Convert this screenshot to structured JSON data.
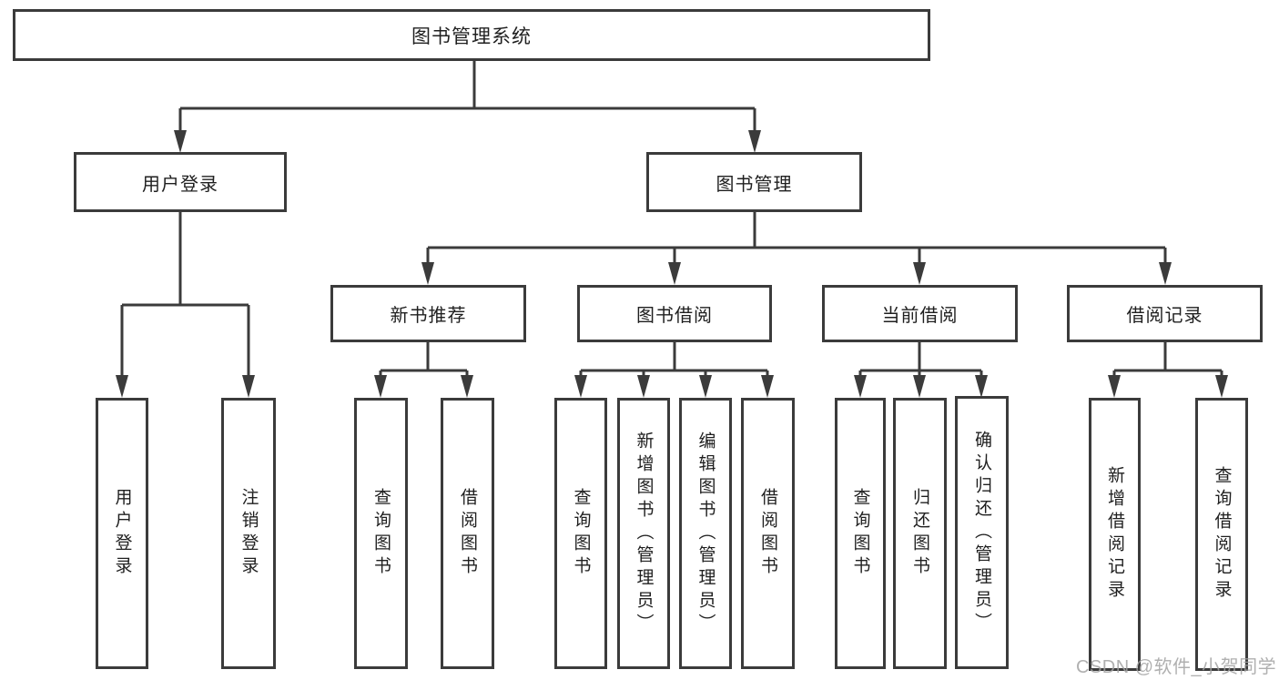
{
  "tree": {
    "label": "图书管理系统",
    "children": [
      {
        "label": "用户登录",
        "children": [
          {
            "label": "用户登录"
          },
          {
            "label": "注销登录"
          }
        ]
      },
      {
        "label": "图书管理",
        "children": [
          {
            "label": "新书推荐",
            "children": [
              {
                "label": "查询图书"
              },
              {
                "label": "借阅图书"
              }
            ]
          },
          {
            "label": "图书借阅",
            "children": [
              {
                "label": "查询图书"
              },
              {
                "label": "新增图书（管理员）"
              },
              {
                "label": "编辑图书（管理员）"
              },
              {
                "label": "借阅图书"
              }
            ]
          },
          {
            "label": "当前借阅",
            "children": [
              {
                "label": "查询图书"
              },
              {
                "label": "归还图书"
              },
              {
                "label": "确认归还（管理员）"
              }
            ]
          },
          {
            "label": "借阅记录",
            "children": [
              {
                "label": "新增借阅记录"
              },
              {
                "label": "查询借阅记录"
              }
            ]
          }
        ]
      }
    ]
  },
  "watermark": {
    "text": "CSDN @软件_小贺同学"
  },
  "colors": {
    "line": "#3b3b3b",
    "box_border": "#3b3b3b",
    "text": "#1f1f1f",
    "watermark": "#a3a3a3",
    "background": "#ffffff"
  }
}
